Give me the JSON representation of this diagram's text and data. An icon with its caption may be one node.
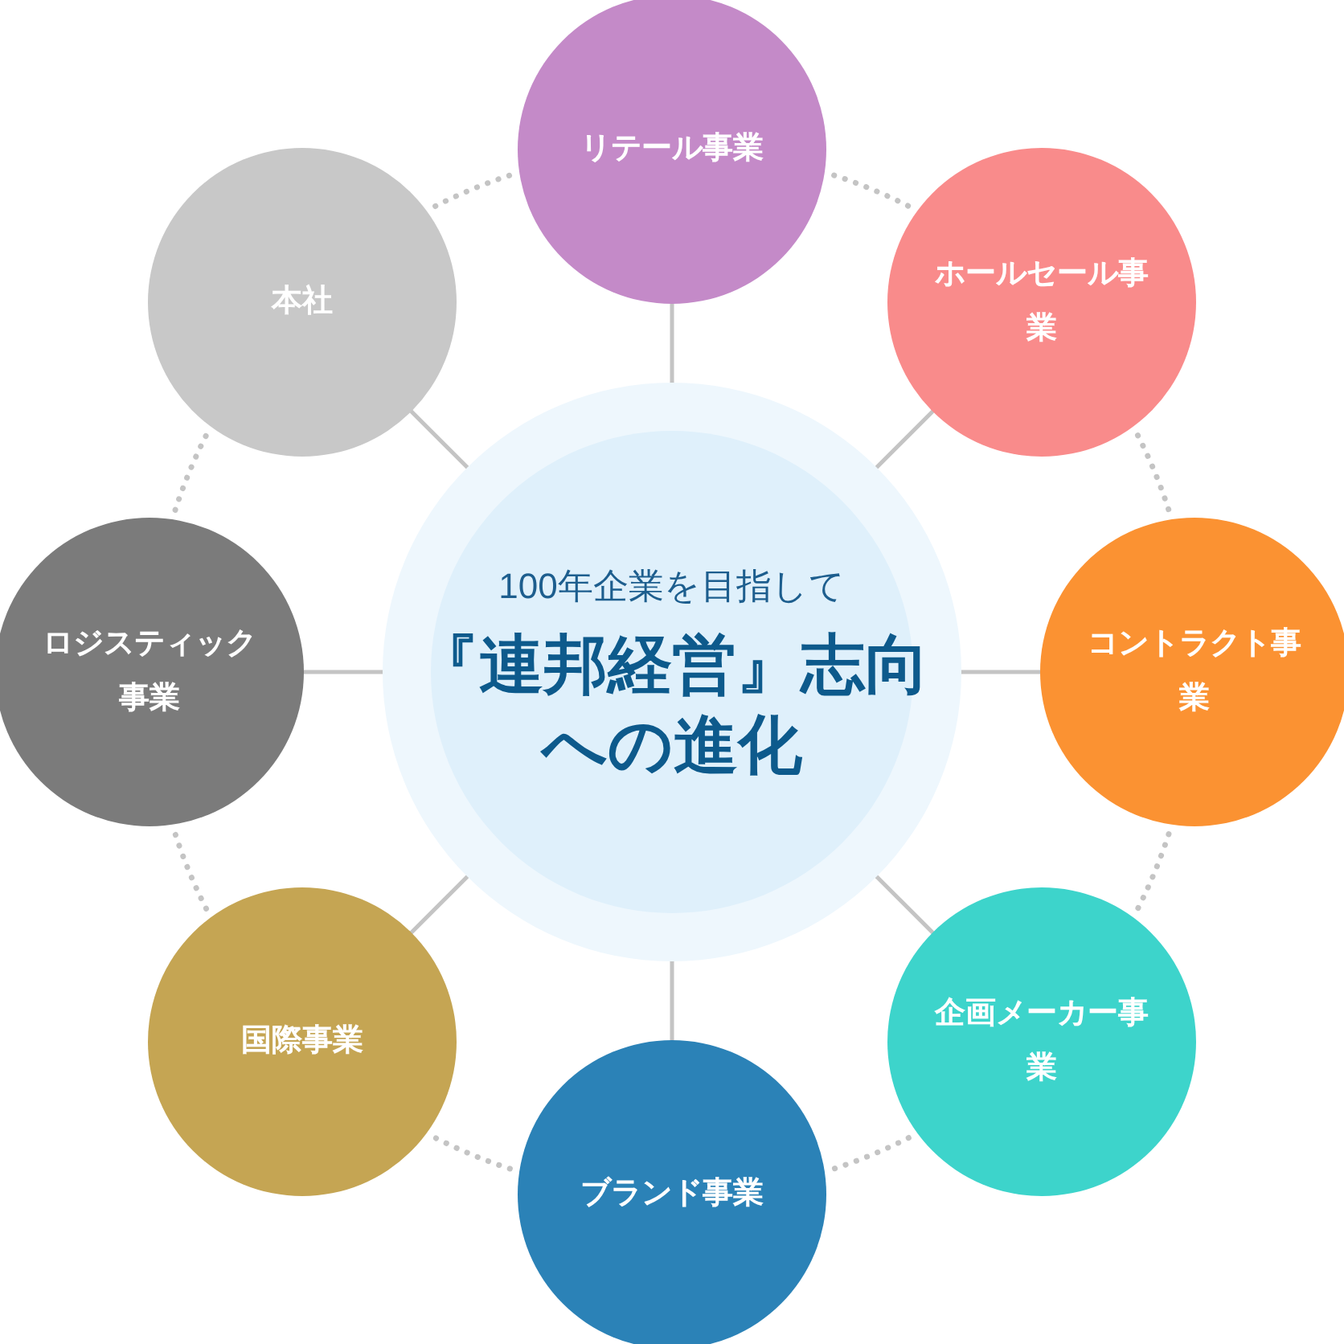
{
  "diagram": {
    "nodes": [
      {
        "text": [
          "100年企業を目指して",
          "『連邦経営』志向への進化"
        ]
      },
      {
        "text": [
          "リテール事業"
        ]
      },
      {
        "text": [
          "ホールセール事業"
        ]
      },
      {
        "text": [
          "コントラクト事業"
        ]
      },
      {
        "text": [
          "企画メーカー事業"
        ]
      },
      {
        "text": [
          "ブランド事業"
        ]
      },
      {
        "text": [
          "国際事業"
        ]
      },
      {
        "text": [
          "ロジスティック事業"
        ]
      },
      {
        "text": [
          "本社"
        ]
      }
    ],
    "edges": [
      {
        "from": 0,
        "to": 1,
        "arrow": "none"
      },
      {
        "from": 0,
        "to": 2,
        "arrow": "none"
      },
      {
        "from": 0,
        "to": 3,
        "arrow": "none"
      },
      {
        "from": 0,
        "to": 4,
        "arrow": "none"
      },
      {
        "from": 0,
        "to": 5,
        "arrow": "none"
      },
      {
        "from": 0,
        "to": 6,
        "arrow": "none"
      },
      {
        "from": 0,
        "to": 7,
        "arrow": "none"
      },
      {
        "from": 0,
        "to": 8,
        "arrow": "none"
      },
      {
        "from": 1,
        "to": 2,
        "arrow": "none",
        "style": "dashed"
      },
      {
        "from": 2,
        "to": 3,
        "arrow": "none",
        "style": "dashed"
      },
      {
        "from": 3,
        "to": 4,
        "arrow": "none",
        "style": "dashed"
      },
      {
        "from": 4,
        "to": 5,
        "arrow": "none",
        "style": "dashed"
      },
      {
        "from": 5,
        "to": 6,
        "arrow": "none",
        "style": "dashed"
      },
      {
        "from": 6,
        "to": 7,
        "arrow": "none",
        "style": "dashed"
      },
      {
        "from": 7,
        "to": 8,
        "arrow": "none",
        "style": "dashed"
      },
      {
        "from": 8,
        "to": 1,
        "arrow": "none",
        "style": "dashed"
      }
    ]
  }
}
